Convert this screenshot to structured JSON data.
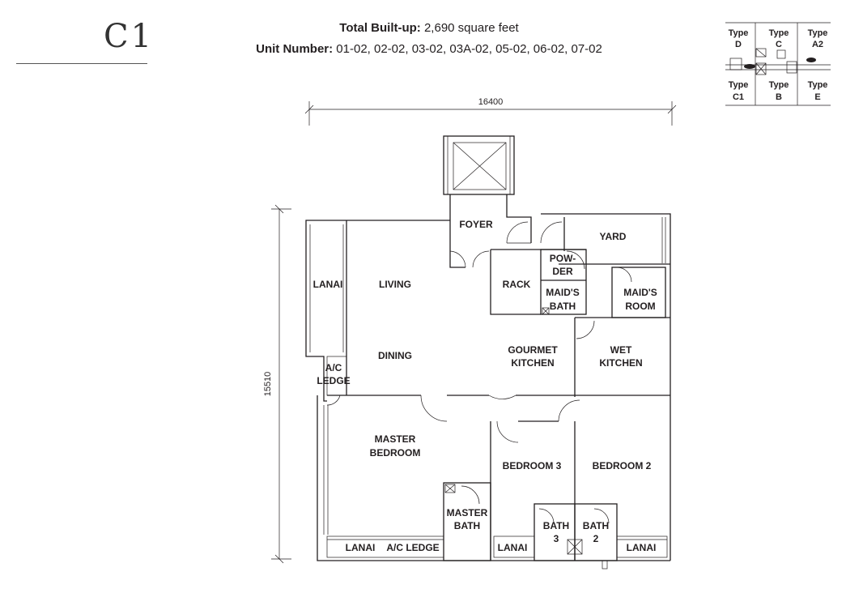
{
  "header": {
    "unit_type": "C1",
    "built_up_label": "Total Built-up:",
    "built_up_value": "2,690 square feet",
    "unit_number_label": "Unit Number:",
    "unit_number_value": "01-02, 02-02, 03-02, 03A-02, 05-02, 06-02, 07-02"
  },
  "dimensions": {
    "width": "16400",
    "depth": "15510"
  },
  "rooms": {
    "foyer": "FOYER",
    "yard": "YARD",
    "powder_line1": "POW-",
    "powder_line2": "DER",
    "rack": "RACK",
    "maids_bath_line1": "MAID'S",
    "maids_bath_line2": "BATH",
    "maids_room_line1": "MAID'S",
    "maids_room_line2": "ROOM",
    "lanai_left": "LANAI",
    "living": "LIVING",
    "dining": "DINING",
    "ac_ledge_left_line1": "A/C",
    "ac_ledge_left_line2": "LEDGE",
    "gourmet_kitchen_line1": "GOURMET",
    "gourmet_kitchen_line2": "KITCHEN",
    "wet_kitchen_line1": "WET",
    "wet_kitchen_line2": "KITCHEN",
    "master_bedroom_line1": "MASTER",
    "master_bedroom_line2": "BEDROOM",
    "bedroom3": "BEDROOM 3",
    "bedroom2": "BEDROOM 2",
    "master_bath_line1": "MASTER",
    "master_bath_line2": "BATH",
    "bath3_line1": "BATH",
    "bath3_line2": "3",
    "bath2_line1": "BATH",
    "bath2_line2": "2",
    "lanai_bottom_left": "LANAI",
    "ac_ledge_bottom": "A/C LEDGE",
    "lanai_bottom_mid": "LANAI",
    "lanai_bottom_right": "LANAI"
  },
  "key_plan": {
    "type_d_line1": "Type",
    "type_d_line2": "D",
    "type_c_line1": "Type",
    "type_c_line2": "C",
    "type_a2_line1": "Type",
    "type_a2_line2": "A2",
    "type_c1_line1": "Type",
    "type_c1_line2": "C1",
    "type_b_line1": "Type",
    "type_b_line2": "B",
    "type_e_line1": "Type",
    "type_e_line2": "E"
  }
}
